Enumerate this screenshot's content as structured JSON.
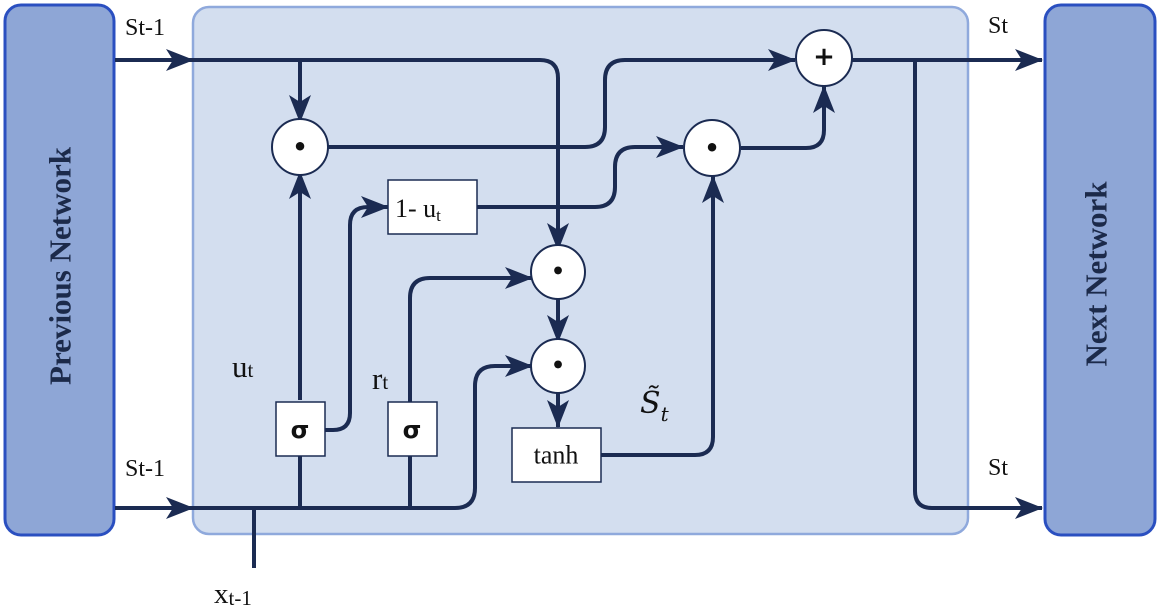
{
  "left_box": {
    "label": "Previous Network"
  },
  "right_box": {
    "label": "Next Network"
  },
  "signals": {
    "state_in_top": "St-1",
    "state_in_bottom": "St-1",
    "state_out_top": "St",
    "state_out_bottom": "St",
    "input_x": "x",
    "input_x_sub": "t-1",
    "update_gate": "u",
    "update_gate_sub": "t",
    "reset_gate": "r",
    "reset_gate_sub": "t",
    "candidate_state": "S̃",
    "candidate_state_sub": "t"
  },
  "operators": {
    "multiply": "•",
    "add": "+",
    "sigmoid": "σ",
    "tanh": "tanh",
    "one_minus": "1- u",
    "one_minus_sub": "t"
  },
  "colors": {
    "side_box_fill": "#8ea6d6",
    "side_box_stroke": "#2a4fc0",
    "cell_fill": "#d3deef",
    "cell_stroke": "#8fa9dc",
    "line": "#1b2b52"
  }
}
